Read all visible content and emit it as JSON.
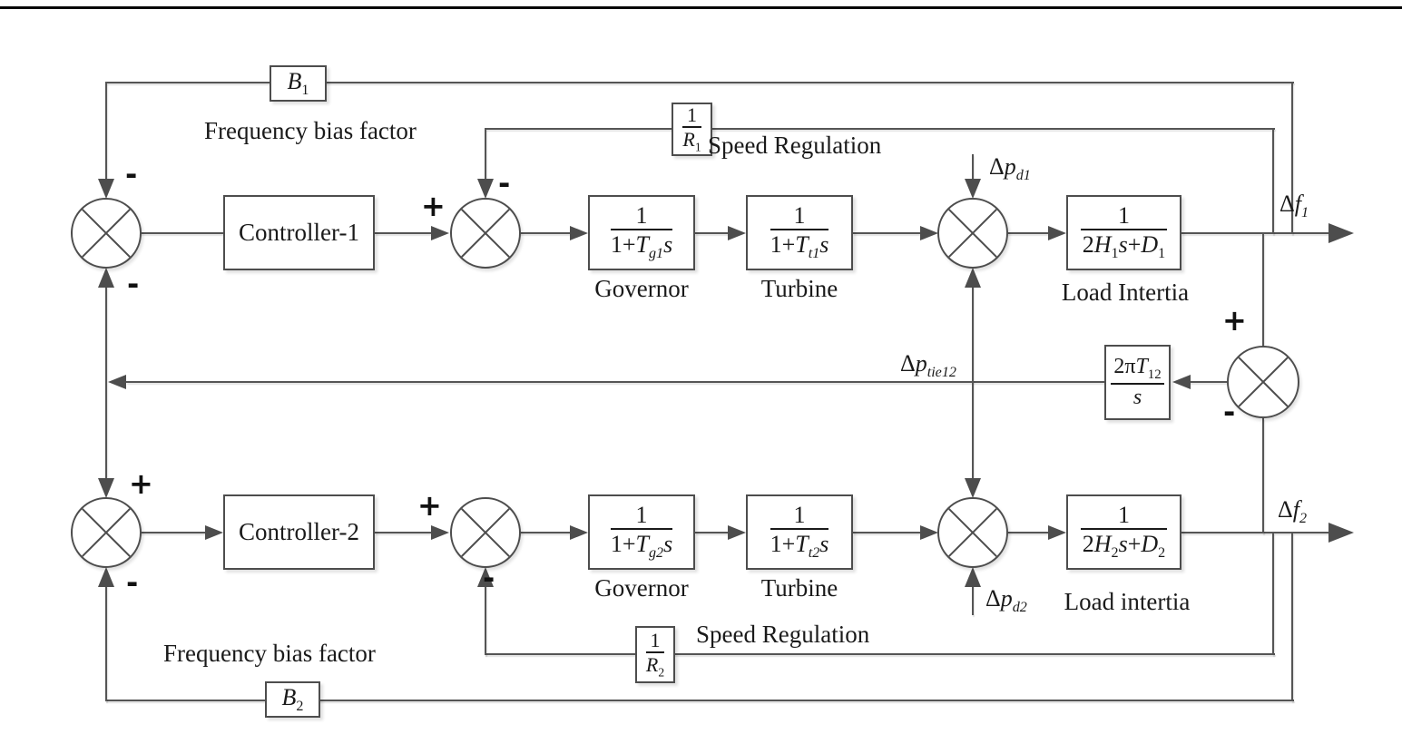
{
  "signs": {
    "plus": "+",
    "minus": "-"
  },
  "area1": {
    "bias_gain": {
      "sym": "B",
      "sub": "1"
    },
    "bias_caption": "Frequency bias factor",
    "controller_label": "Controller-1",
    "regulation_gain": {
      "num": "1",
      "sym": "R",
      "sub": "1"
    },
    "regulation_caption": "Speed Regulation",
    "governor": {
      "num": "1",
      "den_pre": "1+",
      "den_sym": "T",
      "den_sub": "g1",
      "den_var": "s",
      "caption": "Governor"
    },
    "turbine": {
      "num": "1",
      "den_pre": "1+",
      "den_sym": "T",
      "den_sub": "t1",
      "den_var": "s",
      "caption": "Turbine"
    },
    "load": {
      "num": "1",
      "den_coef": "2",
      "den_sym1": "H",
      "den_sub1": "1",
      "den_var": "s",
      "den_op": "+",
      "den_sym2": "D",
      "den_sub2": "1",
      "caption": "Load Intertia"
    },
    "disturbance": {
      "delta": "Δ",
      "sym": "p",
      "sub": "d1"
    },
    "output": {
      "delta": "Δ",
      "sym": "f",
      "sub": "1"
    }
  },
  "area2": {
    "bias_gain": {
      "sym": "B",
      "sub": "2"
    },
    "bias_caption": "Frequency bias factor",
    "controller_label": "Controller-2",
    "regulation_gain": {
      "num": "1",
      "sym": "R",
      "sub": "2"
    },
    "regulation_caption": "Speed Regulation",
    "governor": {
      "num": "1",
      "den_pre": "1+",
      "den_sym": "T",
      "den_sub": "g2",
      "den_var": "s",
      "caption": "Governor"
    },
    "turbine": {
      "num": "1",
      "den_pre": "1+",
      "den_sym": "T",
      "den_sub": "t2",
      "den_var": "s",
      "caption": "Turbine"
    },
    "load": {
      "num": "1",
      "den_coef": "2",
      "den_sym1": "H",
      "den_sub1": "2",
      "den_var": "s",
      "den_op": "+",
      "den_sym2": "D",
      "den_sub2": "2",
      "caption": "Load intertia"
    },
    "disturbance": {
      "delta": "Δ",
      "sym": "p",
      "sub": "d2"
    },
    "output": {
      "delta": "Δ",
      "sym": "f",
      "sub": "2"
    }
  },
  "tie": {
    "block": {
      "num_coef": "2π",
      "num_sym": "T",
      "num_sub": "12",
      "den": "s"
    },
    "signal": {
      "delta": "Δ",
      "sym": "p",
      "sub": "tie12"
    }
  }
}
